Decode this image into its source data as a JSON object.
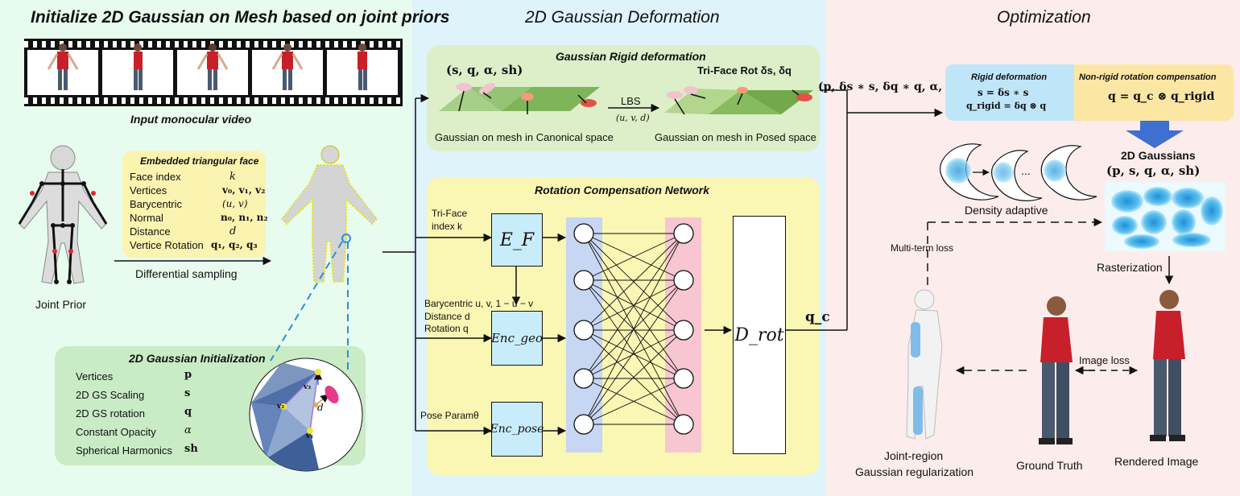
{
  "colors": {
    "left_bg": "#e8fbef",
    "mid_bg": "#dff3fb",
    "right_bg": "#fdecec",
    "rigid_box": "#dcefc8",
    "rcn_box": "#faf6b4",
    "init_box": "#c9ebc5",
    "face_box": "#fbf4b0",
    "blue_col": "#c7d6f3",
    "pink_col": "#f7c6d0",
    "opt_blue": "#bfe5f8",
    "opt_yellow": "#fbe6a4"
  },
  "left": {
    "title": "Initialize 2D Gaussian on Mesh based on joint priors",
    "video_caption": "Input monocular video",
    "joint_prior": "Joint Prior",
    "diff_sampling": "Differential sampling",
    "face_box": {
      "title": "Embedded triangular face",
      "rows": [
        {
          "label": "Face index",
          "value": "k"
        },
        {
          "label": "Vertices",
          "value": "v₀, v₁, v₂"
        },
        {
          "label": "Barycentric",
          "value": "(u, v)"
        },
        {
          "label": "Normal",
          "value": "n₀, n₁, n₂"
        },
        {
          "label": "Distance",
          "value": "d"
        },
        {
          "label": "Vertice Rotation",
          "value": "q₁, q₂, q₃"
        }
      ]
    },
    "init_box": {
      "title": "2D Gaussian Initialization",
      "rows": [
        {
          "label": "Vertices",
          "value": "p"
        },
        {
          "label": "2D GS Scaling",
          "value": "s"
        },
        {
          "label": "2D GS rotation",
          "value": "q"
        },
        {
          "label": "Constant Opacity",
          "value": "α"
        },
        {
          "label": "Spherical Harmonics",
          "value": "sh"
        }
      ],
      "v2": "v₂",
      "v3": "v₃",
      "v1": "v₁",
      "d": "d"
    }
  },
  "middle": {
    "title": "2D Gaussian Deformation",
    "rigid": {
      "title": "Gaussian Rigid deformation",
      "params": "(s, q, α, sh)",
      "trifacerot": "Tri-Face Rot δs, δq",
      "lbs": "LBS",
      "uvd": "(u, v, d)",
      "canonical": "Gaussian on mesh in Canonical space",
      "posed": "Gaussian on mesh in Posed space"
    },
    "rcn": {
      "title": "Rotation Compensation Network",
      "trif_face_line1": "Tri-Face",
      "trif_face_line2": "index k",
      "ef": "E_F",
      "bary": "Barycentric u, v, 1 − u − v",
      "distance": "Distance d",
      "rotation": "Rotation q",
      "enc_geo": "Enc_geo",
      "pose": "Pose Paramθ",
      "enc_pose": "Enc_pose",
      "d_rot": "D_rot",
      "qc": "q_c"
    }
  },
  "right": {
    "title": "Optimization",
    "output_tuple": "(p, δs ∗ s, δq ∗ q, α, sh)",
    "rigid_title": "Rigid deformation",
    "rigid_eq1": "s = δs ∗ s",
    "rigid_eq2": "q_rigid = δq ⊗ q",
    "nonrigid_title": "Non-rigid rotation compensation",
    "nonrigid_eq": "q = q_c ⊗ q_rigid",
    "gaussians_title": "2D Gaussians",
    "gaussians_tuple": "(p,  s,  q,  α,  sh)",
    "density": "Density adaptive",
    "ellipsis": "...",
    "multi_term": "Multi-term loss",
    "rasterization": "Rasterization",
    "image_loss": "Image loss",
    "joint_region_1": "Joint-region",
    "joint_region_2": "Gaussian regularization",
    "ground_truth": "Ground Truth",
    "rendered": "Rendered Image"
  }
}
